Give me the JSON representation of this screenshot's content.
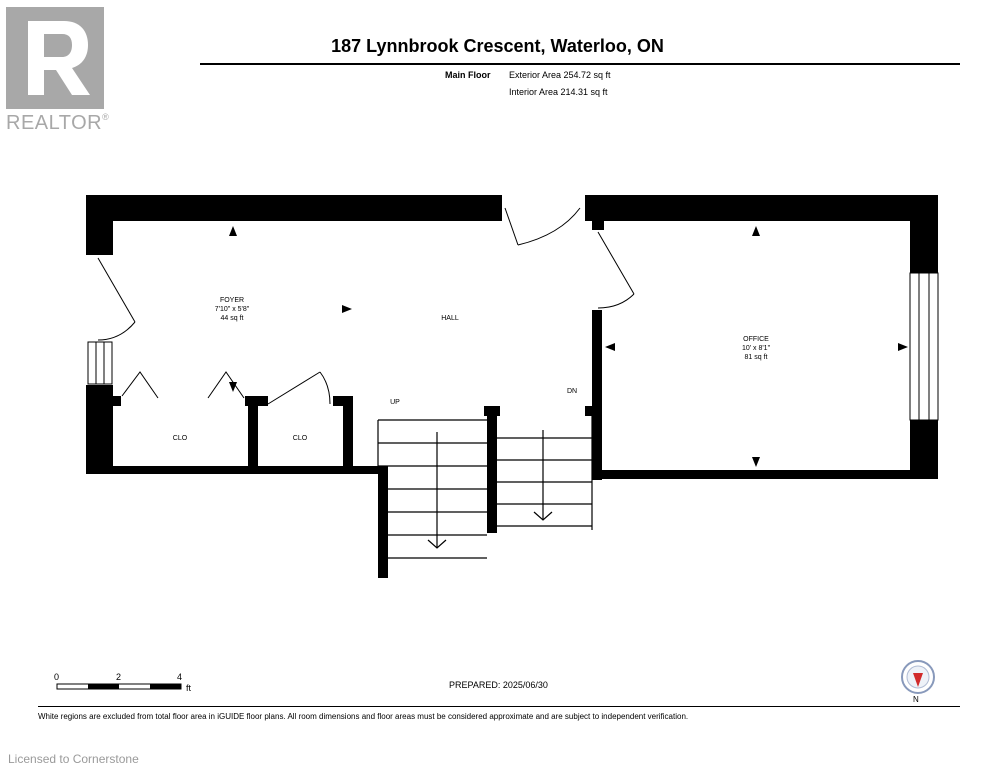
{
  "header": {
    "title": "187 Lynnbrook Crescent, Waterloo, ON",
    "floor_name": "Main Floor",
    "exterior_area": "Exterior Area 254.72 sq ft",
    "interior_area": "Interior Area 214.31 sq ft"
  },
  "logo": {
    "text": "REALTOR",
    "mark": "®"
  },
  "rooms": {
    "foyer": {
      "name": "FOYER",
      "dims": "7'10\" x 5'8\"",
      "area": "44 sq ft"
    },
    "hall": {
      "name": "HALL"
    },
    "office": {
      "name": "OFFICE",
      "dims": "10' x 8'1\"",
      "area": "81 sq ft"
    },
    "closet_left": {
      "name": "CLO"
    },
    "closet_right": {
      "name": "CLO"
    },
    "stairs_up": {
      "name": "UP"
    },
    "stairs_down": {
      "name": "DN"
    }
  },
  "scale": {
    "tick_0": "0",
    "tick_2": "2",
    "tick_4": "4",
    "unit": "ft"
  },
  "prepared": "PREPARED: 2025/06/30",
  "compass": {
    "label": "N"
  },
  "disclaimer": "White regions are excluded from total floor area in iGUIDE floor plans. All room dimensions and floor areas must be considered approximate and are subject to independent verification.",
  "footer": {
    "licensed": "Licensed to Cornerstone"
  }
}
